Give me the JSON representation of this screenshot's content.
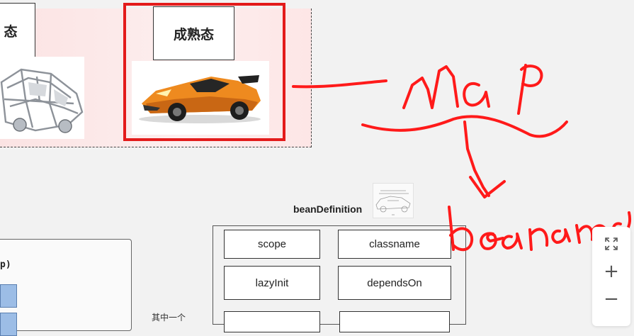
{
  "diagram": {
    "stages": {
      "left_label": "态",
      "mature_label": "成熟态"
    },
    "bean_definition": {
      "title": "beanDefinition",
      "properties": [
        "scope",
        "classname",
        "lazyInit",
        "dependsOn"
      ]
    },
    "left_panel": {
      "code_fragment": "p)",
      "connector_label": "其中一个"
    },
    "annotations": {
      "map_text": "Map",
      "beanname_text": "beanname",
      "ink_color": "#ff1a1a"
    },
    "highlight_color": "#e31b1b"
  },
  "zoom_controls": {
    "fit_icon": "fit-screen-icon",
    "zoom_in_label": "+",
    "zoom_out_label": "−"
  }
}
